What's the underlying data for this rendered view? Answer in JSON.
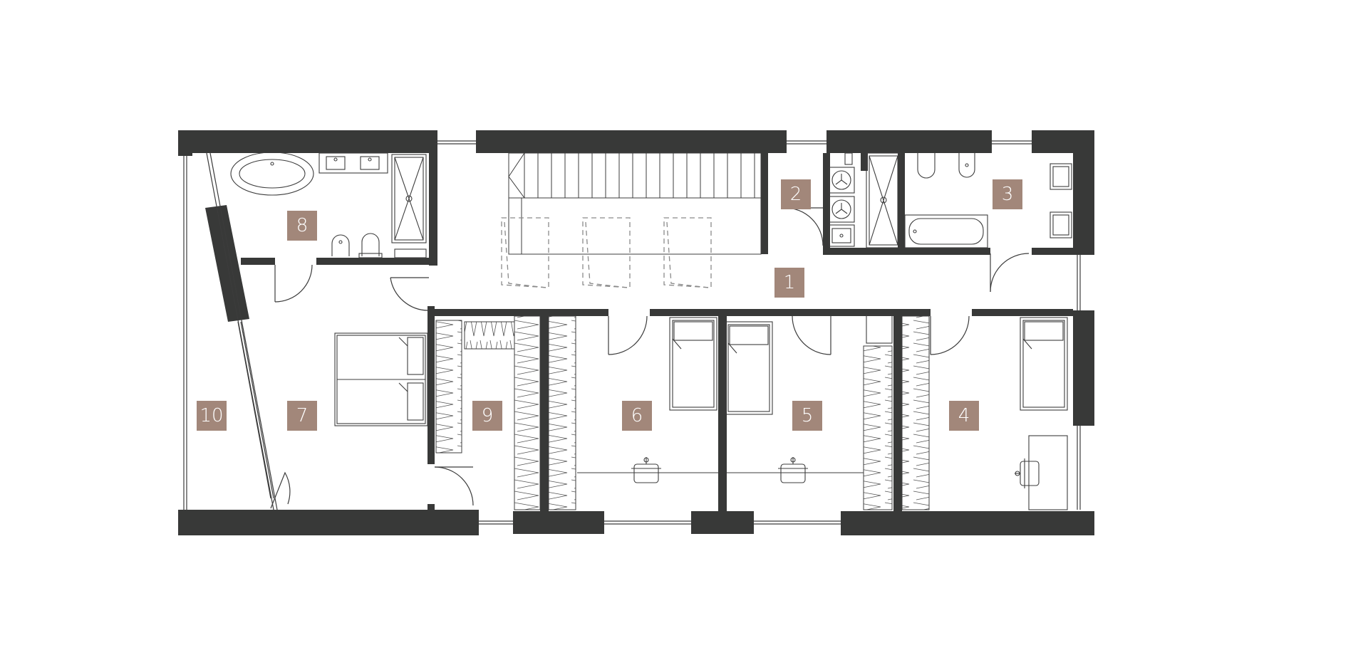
{
  "colors": {
    "wall": "#383938",
    "label_bg": "#a2877a",
    "label_text": "#ffffff",
    "line": "#3c3c3c",
    "dashed": "#8a8a8a"
  },
  "rooms": [
    {
      "id": "r1",
      "label": "1"
    },
    {
      "id": "r2",
      "label": "2"
    },
    {
      "id": "r3",
      "label": "3"
    },
    {
      "id": "r4",
      "label": "4"
    },
    {
      "id": "r5",
      "label": "5"
    },
    {
      "id": "r6",
      "label": "6"
    },
    {
      "id": "r7",
      "label": "7"
    },
    {
      "id": "r8",
      "label": "8"
    },
    {
      "id": "r9",
      "label": "9"
    },
    {
      "id": "r10",
      "label": "10"
    }
  ]
}
